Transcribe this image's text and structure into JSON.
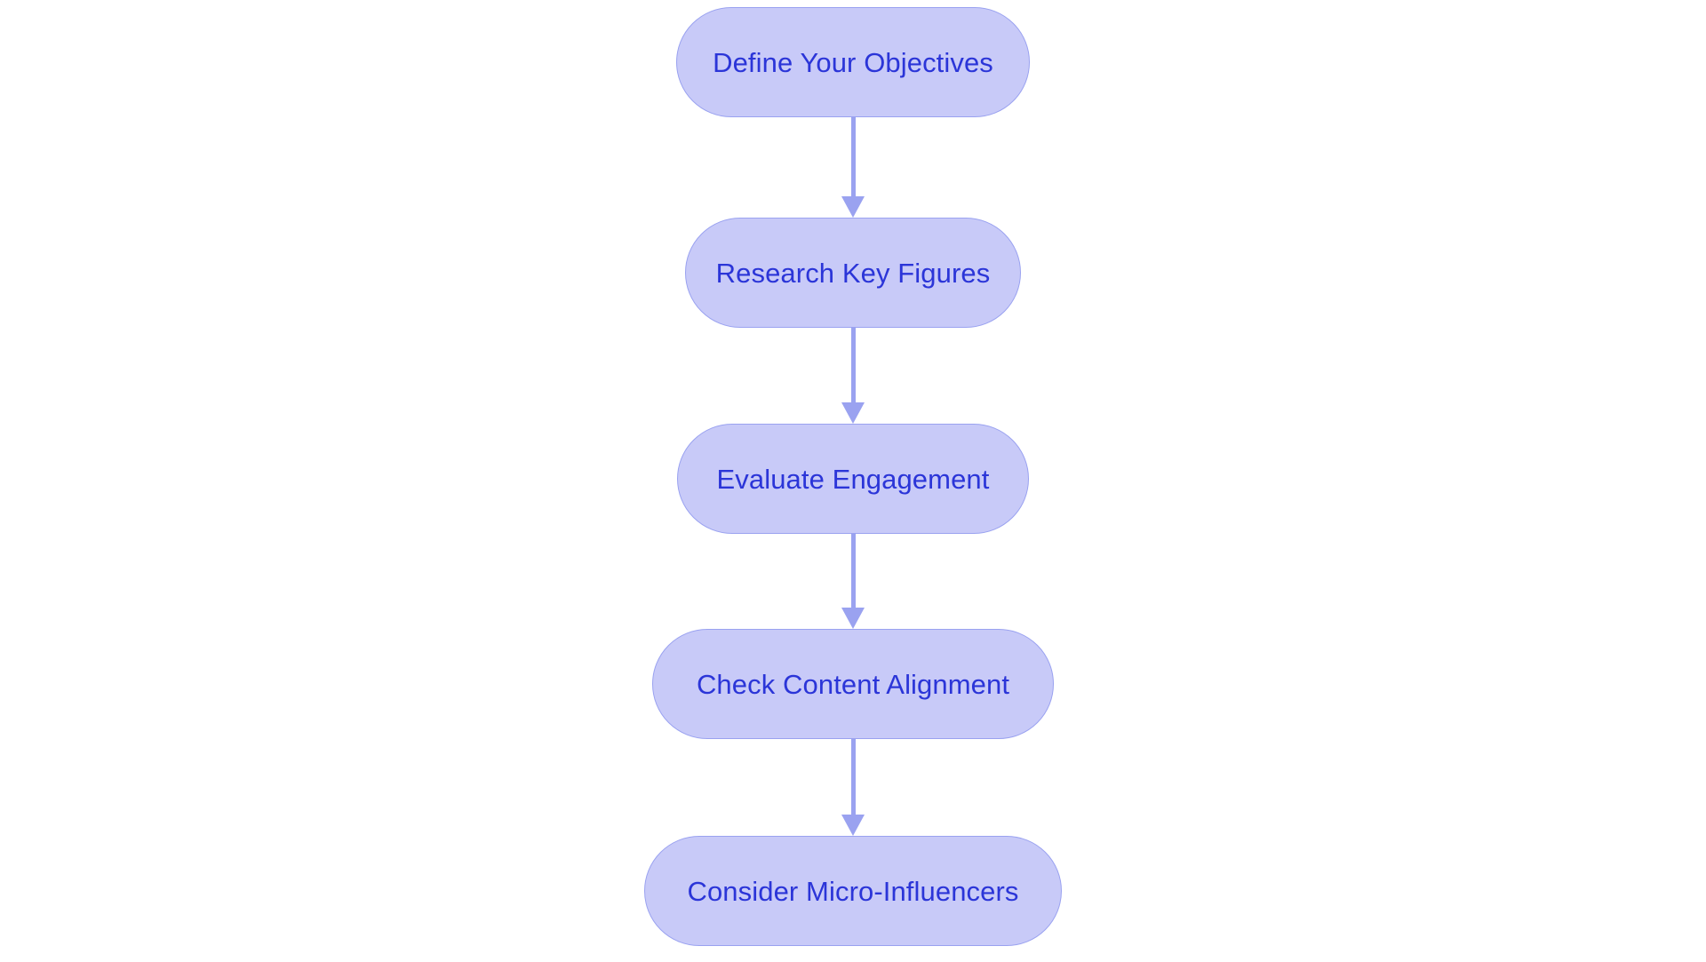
{
  "diagram": {
    "type": "flowchart",
    "orientation": "top-to-bottom",
    "background_color": "#ffffff",
    "node_fill_color": "#c8caf8",
    "node_border_color": "#9aa2f0",
    "node_text_color": "#2b35d8",
    "connector_color": "#9aa2f0",
    "node_shape": "stadium",
    "nodes": [
      {
        "id": "n1",
        "label": "Define Your Objectives"
      },
      {
        "id": "n2",
        "label": "Research Key Figures"
      },
      {
        "id": "n3",
        "label": "Evaluate Engagement"
      },
      {
        "id": "n4",
        "label": "Check Content Alignment"
      },
      {
        "id": "n5",
        "label": "Consider Micro-Influencers"
      }
    ],
    "edges": [
      {
        "from": "n1",
        "to": "n2",
        "arrow": "arrowhead-down-icon"
      },
      {
        "from": "n2",
        "to": "n3",
        "arrow": "arrowhead-down-icon"
      },
      {
        "from": "n3",
        "to": "n4",
        "arrow": "arrowhead-down-icon"
      },
      {
        "from": "n4",
        "to": "n5",
        "arrow": "arrowhead-down-icon"
      }
    ]
  }
}
